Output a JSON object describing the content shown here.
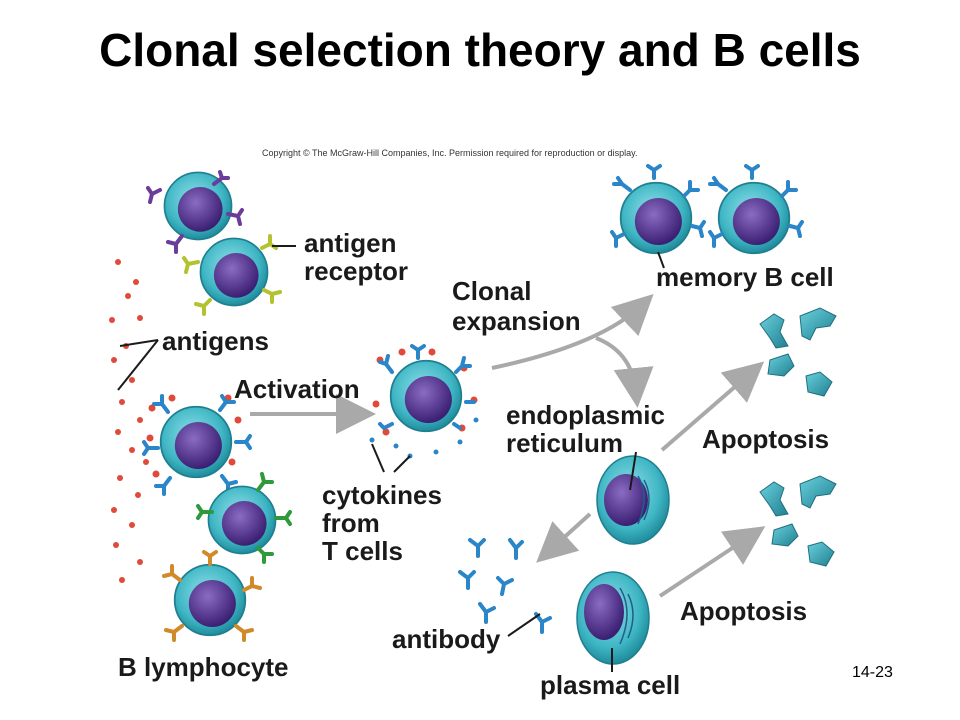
{
  "title": "Clonal selection theory and B cells",
  "copyright": "Copyright © The McGraw-Hill Companies, Inc. Permission required for reproduction or display.",
  "slide_number": "14-23",
  "labels": {
    "antigen_receptor_1": "antigen",
    "antigen_receptor_2": "receptor",
    "antigens": "antigens",
    "activation": "Activation",
    "clonal_expansion_1": "Clonal",
    "clonal_expansion_2": "expansion",
    "memory_b_cell": "memory B cell",
    "endoplasmic_1": "endoplasmic",
    "endoplasmic_2": "reticulum",
    "apoptosis_1": "Apoptosis",
    "apoptosis_2": "Apoptosis",
    "cytokines_1": "cytokines",
    "cytokines_2": "from",
    "cytokines_3": "T cells",
    "antibody": "antibody",
    "b_lymphocyte": "B lymphocyte",
    "plasma_cell": "plasma cell"
  },
  "colors": {
    "cell_outer": "#3fb6c4",
    "cell_nucleus": "#4b2d86",
    "receptor_purple": "#6a3d9a",
    "receptor_yellow": "#b5c22f",
    "receptor_blue": "#2a86c8",
    "receptor_green": "#2e9a3a",
    "receptor_orange": "#d08a2a",
    "antigen_dot": "#e04a3a",
    "arrow": "#a9a9a9"
  }
}
